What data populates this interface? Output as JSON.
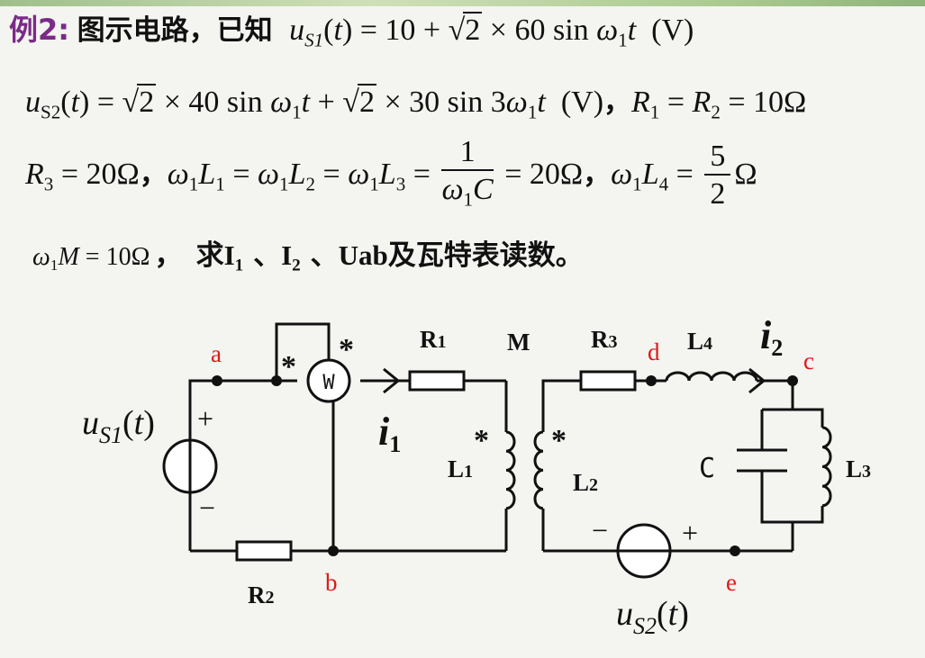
{
  "problem": {
    "label": "例2:",
    "intro": "图示电路，已知",
    "us1_expr": "u",
    "us1_sub": "S1",
    "us1_rest": "(t) = 10 + √2 × 60 sin ω₁t  (V)",
    "line2": "u_S2(t) = √2×40 sin ω₁t + √2×30 sin 3ω₁t (V)，R₁ = R₂ = 10Ω",
    "line3": "R₃ = 20Ω，ω₁L₁ = ω₁L₂ = ω₁L₃ = 1/(ω₁C) = 20Ω，ω₁L₄ = 5/2 Ω",
    "line4_eq": "ω₁M = 10Ω",
    "line4_sep": "，",
    "question": "求I₁ 、I₂ 、Uab及瓦特表读数。"
  },
  "circuit": {
    "nodes": {
      "a": "a",
      "b": "b",
      "c": "c",
      "d": "d",
      "e": "e"
    },
    "labels": {
      "R1": "R1",
      "R2": "R2",
      "R3": "R3",
      "M": "M",
      "L1": "L1",
      "L2": "L2",
      "L3": "L3",
      "L4": "L4",
      "C": "C",
      "W": "W",
      "star": "*",
      "plus": "+",
      "minus": "−",
      "us1_u": "u",
      "us1_sub": "S1",
      "us1_t": "(t)",
      "us2_u": "u",
      "us2_sub": "S2",
      "us2_t": "(t)",
      "i1": "i",
      "i1_sub": "1",
      "i2": "i",
      "i2_sub": "2"
    },
    "colors": {
      "node_label": "#e01818",
      "wire": "#111111"
    }
  }
}
